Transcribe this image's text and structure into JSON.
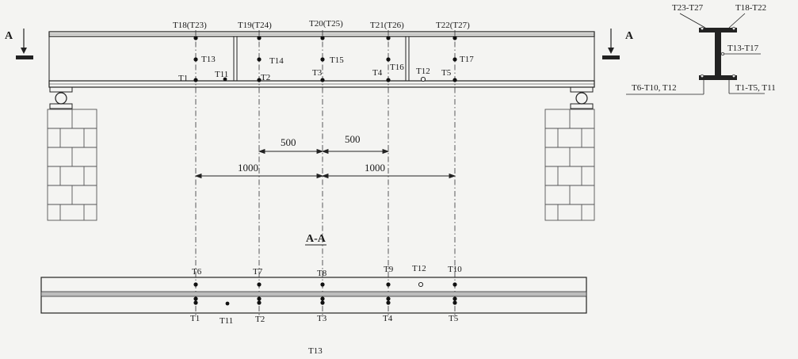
{
  "elevation": {
    "top_labels": [
      "T18(T23)",
      "T19(T24)",
      "T20(T25)",
      "T21(T26)",
      "T22(T27)"
    ],
    "web_labels": [
      "T13",
      "T14",
      "T15",
      "T16",
      "T17"
    ],
    "bottom_labels": [
      "T1",
      "T2",
      "T3",
      "T4",
      "T5"
    ],
    "extra_label": "T11",
    "hollow_label": "T12",
    "section_mark": "A"
  },
  "dimensions": {
    "short_a": "500",
    "short_b": "500",
    "long_a": "1000",
    "long_b": "1000"
  },
  "section_title": "A-A",
  "cross_section": {
    "top_label": "T23-T27",
    "top_right_label": "T18-T22",
    "web_label": "T13-T17",
    "bottom_left_label": "T6-T10, T12",
    "bottom_right_label": "T1-T5, T11"
  },
  "plan": {
    "top_labels": [
      "T6",
      "T7",
      "T8",
      "T9",
      "T10"
    ],
    "hollow_label": "T12",
    "bottom_labels": [
      "T1",
      "T2",
      "T3",
      "T4",
      "T5"
    ],
    "extra_label": "T11",
    "below_label": "T13"
  }
}
